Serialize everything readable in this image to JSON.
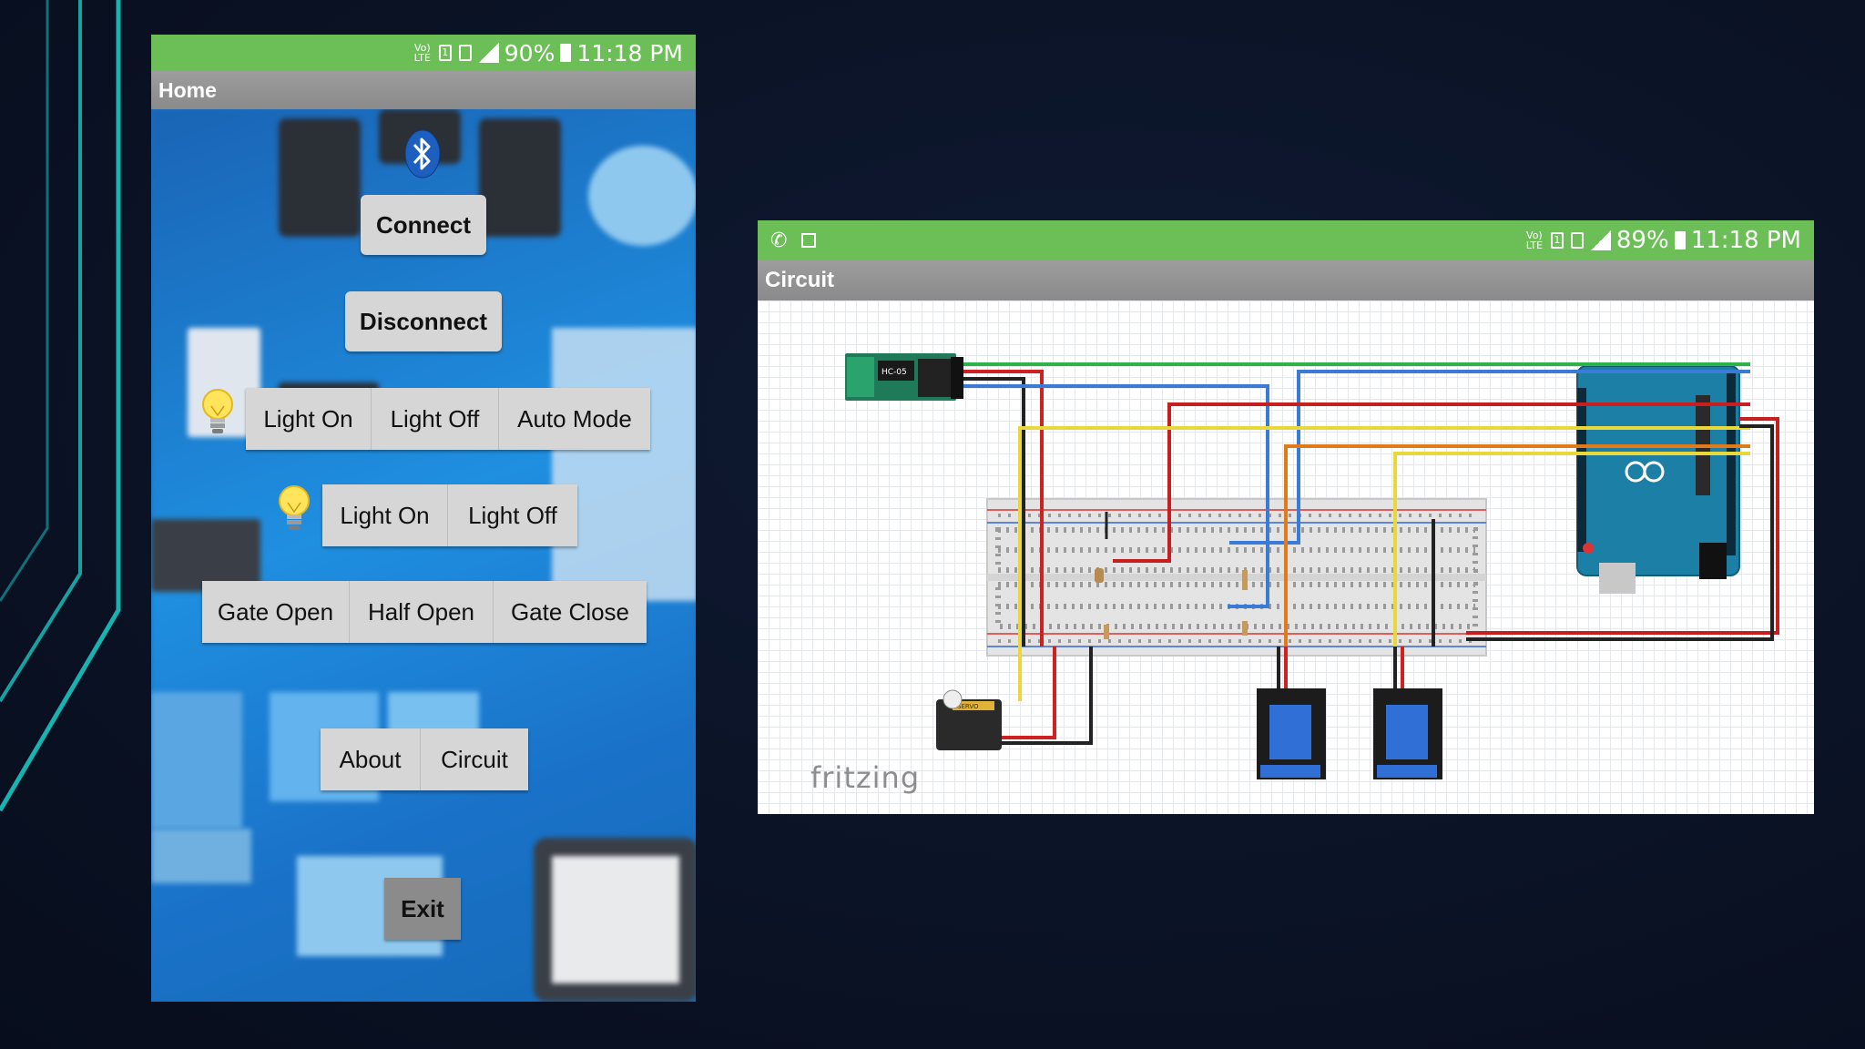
{
  "phone_home": {
    "status": {
      "battery": "90%",
      "time": "11:18 PM",
      "volte": "Vo) LTE",
      "sim": "1"
    },
    "title": "Home",
    "buttons": {
      "connect": "Connect",
      "disconnect": "Disconnect",
      "light1_on": "Light On",
      "light1_off": "Light Off",
      "auto_mode": "Auto Mode",
      "light2_on": "Light On",
      "light2_off": "Light Off",
      "gate_open": "Gate Open",
      "half_open": "Half Open",
      "gate_close": "Gate Close",
      "about": "About",
      "circuit": "Circuit",
      "exit": "Exit"
    },
    "icons": [
      "bluetooth-icon",
      "lightbulb-icon",
      "lightbulb-icon"
    ]
  },
  "phone_circuit": {
    "status": {
      "battery": "89%",
      "time": "11:18 PM",
      "volte": "Vo) LTE",
      "sim": "1"
    },
    "title": "Circuit",
    "watermark": "fritzing",
    "module_label": "HC-05",
    "servo_label": "SERVO"
  },
  "colors": {
    "statusbar": "#6cbf57",
    "titlebar": "#8a8a8a",
    "button": "#d6d6d6",
    "accent_teal": "#17b3b0"
  }
}
